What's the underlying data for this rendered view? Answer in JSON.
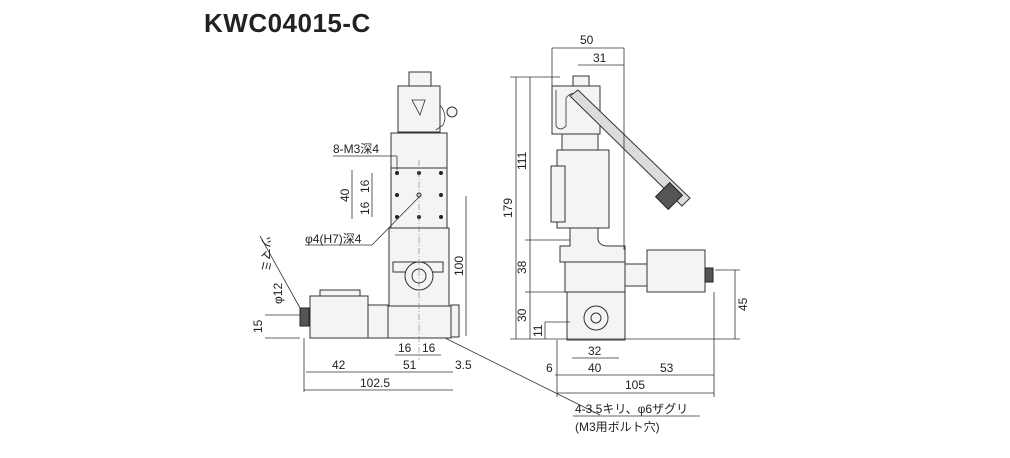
{
  "title": "KWC04015-C",
  "front_view": {
    "labels": {
      "tapped_holes": "8-M3深4",
      "pin_hole": "φ4(H7)深4",
      "knob": "ツマミ",
      "knob_dia": "φ12",
      "dim_40": "40",
      "dim_16a": "16",
      "dim_16b": "16",
      "dim_15": "15",
      "dim_100": "100",
      "dim_16c": "16",
      "dim_16d": "16",
      "dim_42": "42",
      "dim_51": "51",
      "dim_3_5": "3.5",
      "dim_102_5": "102.5"
    }
  },
  "side_view": {
    "labels": {
      "dim_50": "50",
      "dim_31": "31",
      "dim_179": "179",
      "dim_111": "111",
      "dim_38": "38",
      "dim_30": "30",
      "dim_11": "11",
      "dim_45": "45",
      "dim_32": "32",
      "dim_6": "6",
      "dim_40": "40",
      "dim_53": "53",
      "dim_105": "105"
    }
  },
  "note": {
    "line1": "4-3.5キリ、φ6ザグリ",
    "line2": "(M3用ボルト穴)"
  }
}
